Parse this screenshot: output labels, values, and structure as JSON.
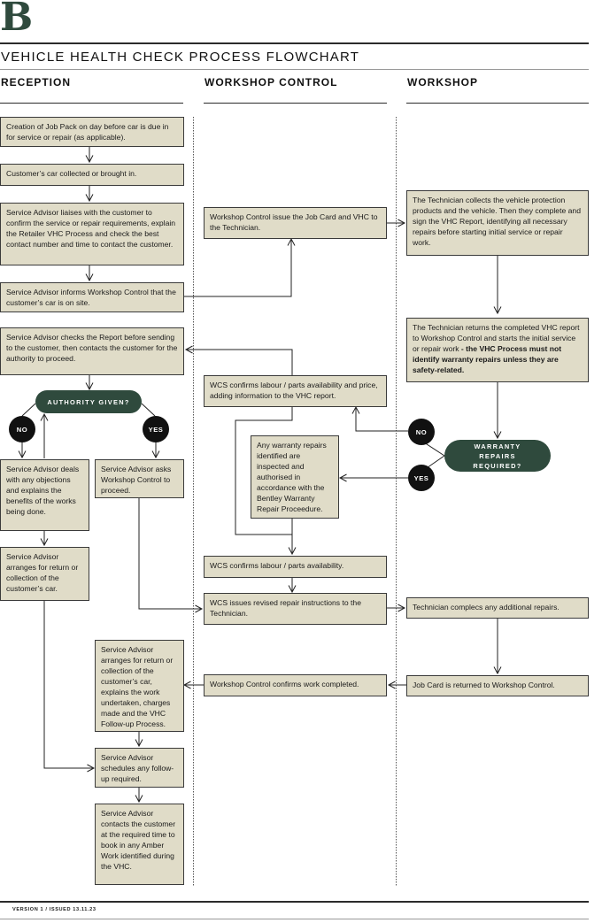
{
  "brand": {
    "logo_letter": "B"
  },
  "title": "VEHICLE HEALTH CHECK PROCESS FLOWCHART",
  "columns": {
    "reception": "RECEPTION",
    "workshop_control": "WORKSHOP CONTROL",
    "workshop": "WORKSHOP"
  },
  "reception": {
    "job_pack": "Creation of Job Pack on day before car is due in for service or repair (as applicable).",
    "car_collected": "Customer’s car collected or brought in.",
    "liaise": "Service Advisor liaises with the customer to confirm the service or repair requirements, explain the Retailer VHC Process and check the best contact number and time to contact the customer.",
    "inform_wc": "Service Advisor informs Workshop Control that the customer’s car is on site.",
    "check_report": "Service Advisor checks the Report before sending to the customer, then contacts the customer for the authority to proceed.",
    "objections": "Service Advisor deals with any objections and explains the benefits of the works being done.",
    "ask_proceed": "Service Advisor asks Workshop Control to proceed.",
    "arrange_return_no": "Service Advisor arranges for return or collection of the customer’s car.",
    "arrange_return": "Service Advisor arranges for return or collection of the customer’s car, explains the work undertaken, charges made and the VHC Follow-up Process.",
    "schedule_followup": "Service Advisor schedules any follow-up required.",
    "contact_customer": "Service Advisor contacts the customer at the required time to book in any Amber Work identified during the VHC."
  },
  "workshop_control": {
    "issue_card": "Workshop Control issue the Job Card and VHC to the Technician.",
    "wcs_confirms_price": "WCS confirms labour / parts availability and price, adding information to the VHC report.",
    "warranty_inspected": "Any warranty repairs identified are inspected and authorised in accordance with the Bentley Warranty Repair Proceedure.",
    "wcs_confirms": "WCS confirms labour / parts availability.",
    "wcs_revised": "WCS issues revised repair instructions to the Technician.",
    "work_completed": "Workshop Control confirms work completed."
  },
  "workshop": {
    "tech_collects": "The Technician collects the vehicle protection products and the vehicle. Then they complete and sign the VHC Report, identifying all necessary repairs before starting initial service or repair work.",
    "tech_returns_plain": "The Technician returns the completed VHC report to Workshop Control and starts the initial service or repair work",
    "tech_returns_bold": " - the VHC Process must not identify warranty repairs unless they are safety-related.",
    "additional_repairs": "Technician complecs any additional repairs.",
    "job_card_returned": "Job Card is returned to Workshop Control."
  },
  "decisions": {
    "authority": "AUTHORITY GIVEN?",
    "warranty": "WARRANTY REPAIRS REQUIRED?",
    "no": "NO",
    "yes": "YES"
  },
  "footer": "VERSION 1 / ISSUED 13.11.23",
  "colors": {
    "box_fill": "#e0dcc8",
    "pill_fill": "#2f4a3d",
    "circle_fill": "#111111"
  }
}
